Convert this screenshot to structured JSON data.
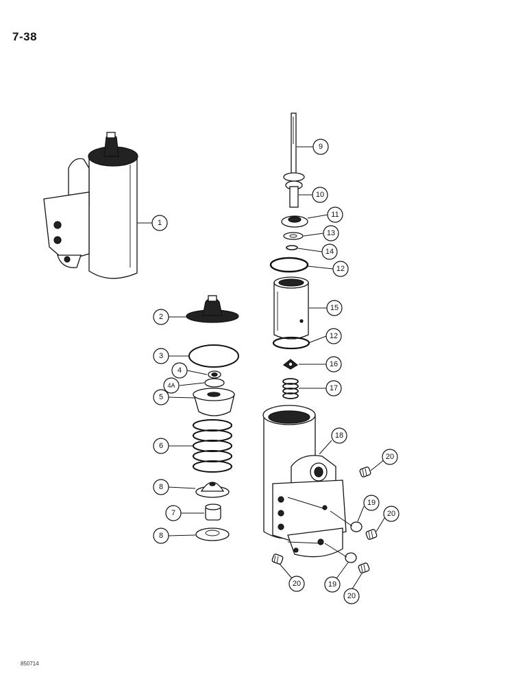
{
  "page": {
    "number": "7-38",
    "drawing_code": "850714"
  },
  "callouts": [
    {
      "id": "c1",
      "label": "1"
    },
    {
      "id": "c2",
      "label": "2"
    },
    {
      "id": "c3",
      "label": "3"
    },
    {
      "id": "c4",
      "label": "4"
    },
    {
      "id": "c4a",
      "label": "4A"
    },
    {
      "id": "c5",
      "label": "5"
    },
    {
      "id": "c6",
      "label": "6"
    },
    {
      "id": "c7",
      "label": "7"
    },
    {
      "id": "c8a",
      "label": "8"
    },
    {
      "id": "c8b",
      "label": "8"
    },
    {
      "id": "c9",
      "label": "9"
    },
    {
      "id": "c10",
      "label": "10"
    },
    {
      "id": "c11",
      "label": "11"
    },
    {
      "id": "c12a",
      "label": "12"
    },
    {
      "id": "c12b",
      "label": "12"
    },
    {
      "id": "c13",
      "label": "13"
    },
    {
      "id": "c14",
      "label": "14"
    },
    {
      "id": "c15",
      "label": "15"
    },
    {
      "id": "c16",
      "label": "16"
    },
    {
      "id": "c17",
      "label": "17"
    },
    {
      "id": "c18",
      "label": "18"
    },
    {
      "id": "c19a",
      "label": "19"
    },
    {
      "id": "c19b",
      "label": "19"
    },
    {
      "id": "c20a",
      "label": "20"
    },
    {
      "id": "c20b",
      "label": "20"
    },
    {
      "id": "c20c",
      "label": "20"
    },
    {
      "id": "c20d",
      "label": "20"
    }
  ]
}
